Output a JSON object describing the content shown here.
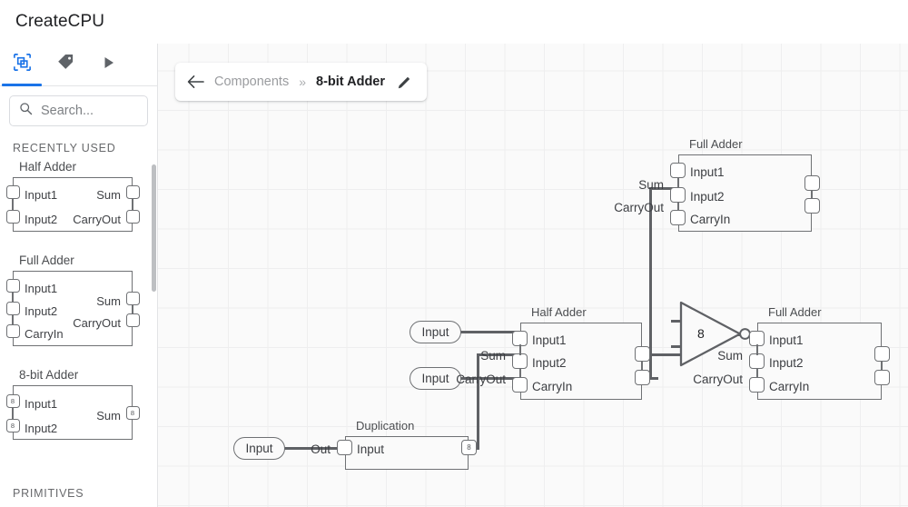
{
  "app": {
    "title": "CreateCPU"
  },
  "sidebar": {
    "tabs": [
      {
        "name": "components",
        "icon": "component-icon",
        "active": true
      },
      {
        "name": "labels",
        "icon": "tag-icon",
        "active": false
      },
      {
        "name": "run",
        "icon": "play-icon",
        "active": false
      }
    ],
    "search": {
      "placeholder": "Search...",
      "value": "",
      "icon": "search-icon"
    },
    "sections": [
      {
        "label": "RECENTLY USED"
      },
      {
        "label": "PRIMITIVES"
      }
    ],
    "palette": [
      {
        "title": "Half Adder",
        "inputs": [
          {
            "label": "Input1",
            "badge": ""
          },
          {
            "label": "Input2",
            "badge": ""
          }
        ],
        "outputs": [
          {
            "label": "Sum",
            "badge": ""
          },
          {
            "label": "CarryOut",
            "badge": ""
          }
        ]
      },
      {
        "title": "Full Adder",
        "inputs": [
          {
            "label": "Input1",
            "badge": ""
          },
          {
            "label": "Input2",
            "badge": ""
          },
          {
            "label": "CarryIn",
            "badge": ""
          }
        ],
        "outputs": [
          {
            "label": "Sum",
            "badge": ""
          },
          {
            "label": "CarryOut",
            "badge": ""
          }
        ]
      },
      {
        "title": "8-bit Adder",
        "inputs": [
          {
            "label": "Input1",
            "badge": "8"
          },
          {
            "label": "Input2",
            "badge": "8"
          }
        ],
        "outputs": [
          {
            "label": "Sum",
            "badge": "8"
          }
        ]
      }
    ]
  },
  "canvas": {
    "breadcrumb": {
      "back_icon": "arrow-left-icon",
      "root": "Components",
      "separator": "»",
      "current": "8-bit Adder",
      "edit_icon": "pencil-icon"
    },
    "nodes": [
      {
        "id": "full-adder-top",
        "title": "Full Adder",
        "inputs": [
          {
            "label": "Input1",
            "badge": ""
          },
          {
            "label": "Input2",
            "badge": ""
          },
          {
            "label": "CarryIn",
            "badge": ""
          }
        ],
        "outputs": [
          {
            "label": "Sum",
            "badge": ""
          },
          {
            "label": "CarryOut",
            "badge": ""
          }
        ]
      },
      {
        "id": "half-adder-mid",
        "title": "Half Adder",
        "inputs": [
          {
            "label": "Input1",
            "badge": ""
          },
          {
            "label": "Input2",
            "badge": ""
          },
          {
            "label": "CarryIn",
            "badge": ""
          }
        ],
        "outputs": [
          {
            "label": "Sum",
            "badge": ""
          },
          {
            "label": "CarryOut",
            "badge": ""
          }
        ]
      },
      {
        "id": "full-adder-right",
        "title": "Full Adder",
        "inputs": [
          {
            "label": "Input1",
            "badge": ""
          },
          {
            "label": "Input2",
            "badge": ""
          },
          {
            "label": "CarryIn",
            "badge": ""
          }
        ],
        "outputs": [
          {
            "label": "Sum",
            "badge": ""
          },
          {
            "label": "CarryOut",
            "badge": ""
          }
        ]
      },
      {
        "id": "duplication",
        "title": "Duplication",
        "inputs": [
          {
            "label": "Input",
            "badge": ""
          }
        ],
        "outputs": [
          {
            "label": "Out",
            "badge": "8"
          }
        ]
      }
    ],
    "gate": {
      "id": "buffer-gate",
      "label": "8"
    },
    "io_pills": [
      {
        "id": "input-pill-1",
        "label": "Input"
      },
      {
        "id": "input-pill-2",
        "label": "Input"
      },
      {
        "id": "input-pill-3",
        "label": "Input"
      }
    ]
  },
  "colors": {
    "accent": "#1a73e8",
    "node_stroke": "#6f7174",
    "wire": "#5f6165",
    "canvas_bg": "#fafafa",
    "grid_line": "#eeeeef"
  }
}
